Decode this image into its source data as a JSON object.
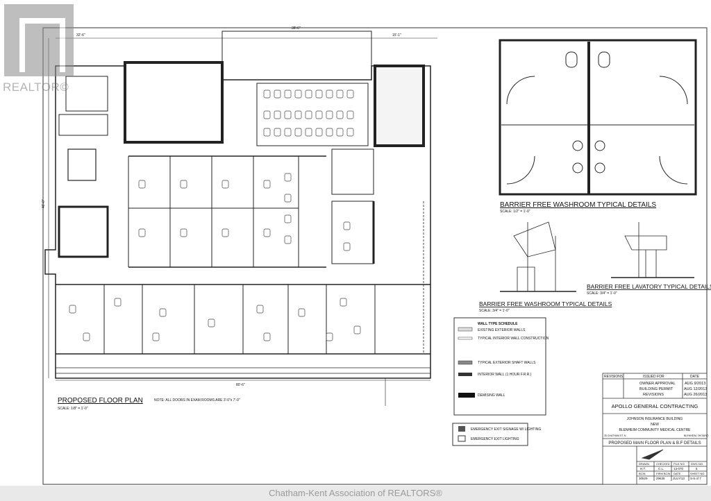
{
  "watermark": {
    "logo_text": "REALTOR©",
    "footer": "Chatham-Kent Association of REALTORS®"
  },
  "plan": {
    "title": "PROPOSED FLOOR PLAN",
    "note": "NOTE: ALL DOORS IN EXAM ROOMS ARE 3'-0\"x 7'-0\"",
    "scale": "SCALE: 1/8\" = 1'-0\"",
    "dims": {
      "top_left": "32'-6\"",
      "top_mid": "38'-6\"",
      "top_right": "15'-1\"",
      "left": "46'-0\"",
      "bottom": "80'-6\""
    }
  },
  "details": {
    "washroom_plan_title": "BARRIER FREE WASHROOM TYPICAL DETAILS",
    "washroom_plan_scale": "SCALE: 1/2\" = 1'-0\"",
    "washroom_elev_title": "BARRIER FREE WASHROOM TYPICAL DETAILS",
    "washroom_elev_scale": "SCALE: 3/4\" = 1'-0\"",
    "lavatory_title": "BARRIER FREE LAVATORY TYPICAL DETAILS",
    "lavatory_scale": "SCALE: 3/4\" = 1'-0\""
  },
  "wall_schedule": {
    "title": "WALL TYPE SCHEDULE",
    "items": [
      "EXISTING EXTERIOR WALLS",
      "TYPICAL INTERIOR WALL CONSTRUCTION",
      "TYPICAL EXTERIOR SHAFT WALLS",
      "INTERIOR WALL (1 HOUR F.R.R.)",
      "DEMISING WALL"
    ]
  },
  "emergency_legend": [
    "EMERGENCY EXIT SIGNAGE W/ LIGHTING",
    "EMERGENCY EXIT LIGHTING"
  ],
  "title_block": {
    "revisions_header": [
      "REVISIONS",
      "ISSUED FOR",
      "DATE"
    ],
    "revisions": [
      [
        "",
        "OWNER APPROVAL",
        "AUG 9/2013"
      ],
      [
        "",
        "BUILDING PERMIT",
        "AUG 12/2013"
      ],
      [
        "",
        "REVISIONS",
        "AUG 26/2013"
      ]
    ],
    "contractor": "APOLLO GENERAL CONTRACTING",
    "project_lines": [
      "JOHNSON INSURANCE BUILDING",
      "NEW",
      "BLENHEIM COMMUNITY MEDICAL CENTRE"
    ],
    "address_left": "35 CHATHAM ST. N.",
    "address_right": "BLENHEIM, ONTARIO",
    "drawing_title": "PROPOSED MAIN FLOOR PLAN & B.F DETAILS",
    "table_headers_1": [
      "DRAWN",
      "CHECKED",
      "FILE NO.",
      "DWG NO."
    ],
    "table_values_1": [
      "H.T.",
      "C.L.",
      "13-070",
      "5"
    ],
    "table_headers_2": [
      "BCIN",
      "FIRM BCIN",
      "DATE",
      "SHEET NO."
    ],
    "table_values_2": [
      "30529",
      "29635",
      "JULY/13",
      "S-5 of 7"
    ]
  }
}
